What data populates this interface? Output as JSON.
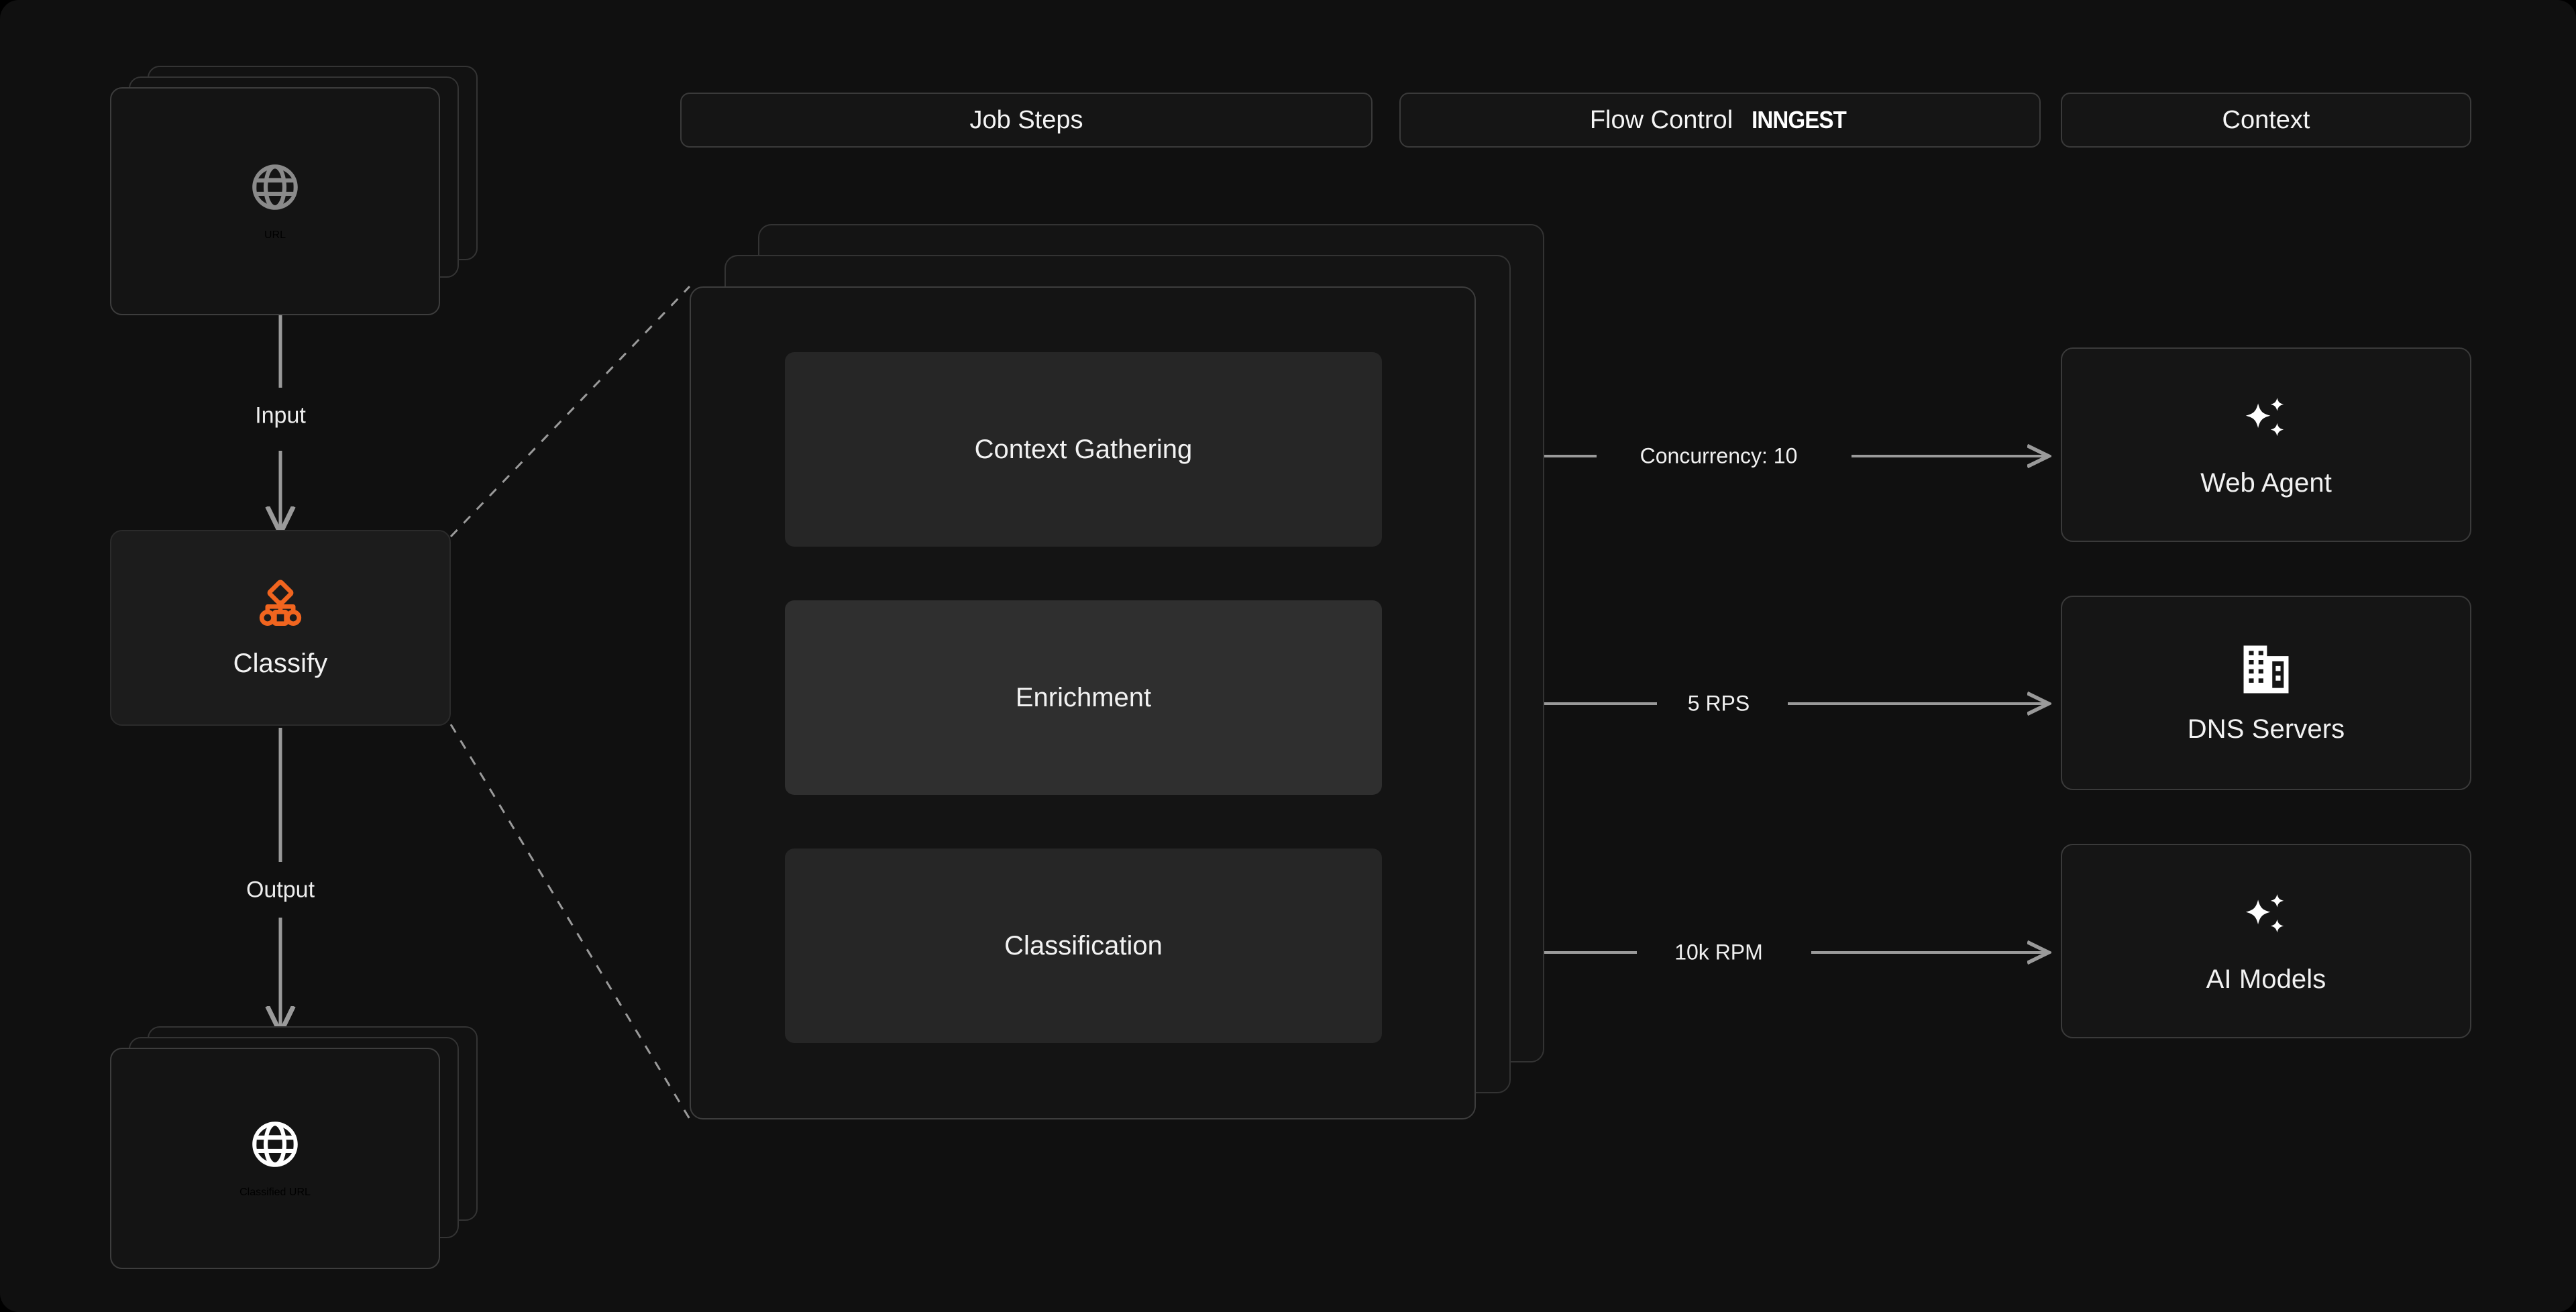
{
  "tabs": [
    {
      "label": "Job Steps",
      "name": "tab-job-steps",
      "wordmark": ""
    },
    {
      "label": "Flow Control",
      "name": "tab-flow-control",
      "wordmark": "INNGEST"
    },
    {
      "label": "Context",
      "name": "tab-context",
      "wordmark": ""
    }
  ],
  "pipeline": {
    "input_node": {
      "label": "URL",
      "icon": "globe-icon",
      "icon_color": "#8a8a8a"
    },
    "input_edge": {
      "label": "Input"
    },
    "process_node": {
      "label": "Classify",
      "icon": "workflow-branch-icon",
      "icon_color": "#f1651f"
    },
    "output_edge": {
      "label": "Output"
    },
    "output_node": {
      "label": "Classified URL",
      "icon": "globe-icon",
      "icon_color": "#ffffff"
    }
  },
  "job_steps": [
    {
      "label": "Context Gathering",
      "highlighted": false
    },
    {
      "label": "Enrichment",
      "highlighted": true
    },
    {
      "label": "Classification",
      "highlighted": false
    }
  ],
  "flow_controls": [
    {
      "label": "Concurrency: 10"
    },
    {
      "label": "5 RPS"
    },
    {
      "label": "10k RPM"
    }
  ],
  "context_nodes": [
    {
      "label": "Web Agent",
      "icon": "sparkles-icon"
    },
    {
      "label": "DNS Servers",
      "icon": "building-icon"
    },
    {
      "label": "AI Models",
      "icon": "sparkles-icon"
    }
  ],
  "colors": {
    "background": "#101010",
    "card": "#151515",
    "card_border": "#3a3a3a",
    "accent": "#f1651f",
    "step_default": "#262626",
    "step_highlight": "#2f2f2f",
    "edge": "#9a9a9a",
    "text": "#f2f2f2"
  }
}
